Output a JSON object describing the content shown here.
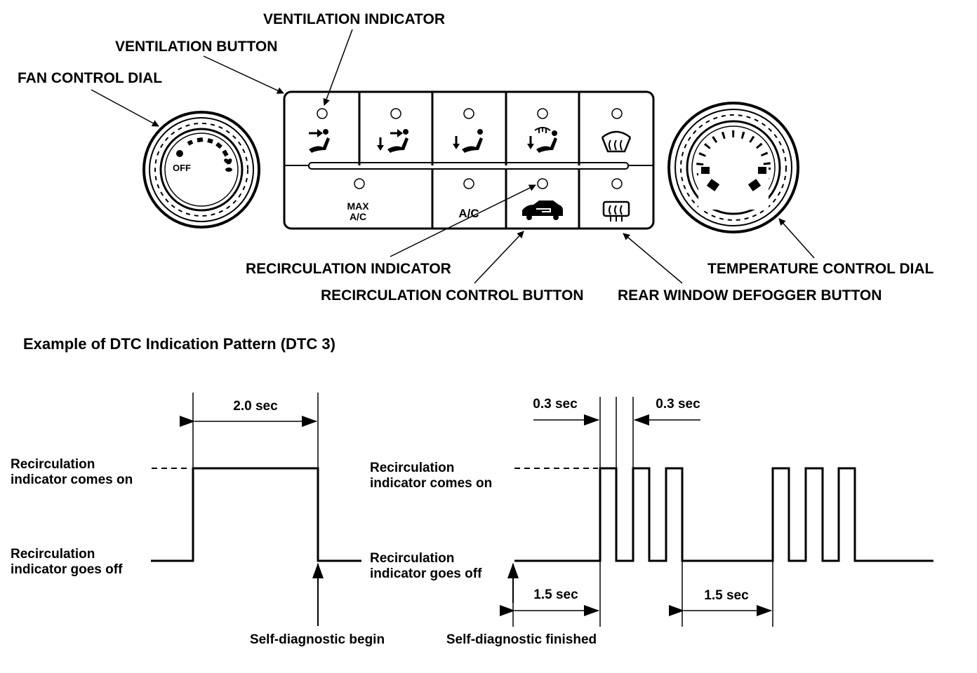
{
  "callouts": {
    "ventilation_indicator": "VENTILATION INDICATOR",
    "ventilation_button": "VENTILATION BUTTON",
    "fan_control_dial": "FAN CONTROL DIAL",
    "recirculation_indicator": "RECIRCULATION INDICATOR",
    "recirculation_control_button": "RECIRCULATION CONTROL BUTTON",
    "rear_window_defogger_button": "REAR WINDOW DEFOGGER BUTTON",
    "temperature_control_dial": "TEMPERATURE CONTROL DIAL"
  },
  "panel": {
    "fan_dial_off": "OFF",
    "max_ac_line1": "MAX",
    "max_ac_line2": "A/C",
    "ac_label": "A/C"
  },
  "pattern": {
    "title": "Example of DTC Indication Pattern (DTC 3)",
    "left": {
      "duration": "2.0 sec",
      "on_line1": "Recirculation",
      "on_line2": "indicator comes on",
      "off_line1": "Recirculation",
      "off_line2": "indicator goes off",
      "event": "Self-diagnostic begin"
    },
    "right": {
      "pulse_left": "0.3 sec",
      "pulse_right": "0.3 sec",
      "on_line1": "Recirculation",
      "on_line2": "indicator comes on",
      "off_line1": "Recirculation",
      "off_line2": "indicator goes off",
      "gap_before": "1.5 sec",
      "gap_between": "1.5 sec",
      "event": "Self-diagnostic finished"
    }
  }
}
